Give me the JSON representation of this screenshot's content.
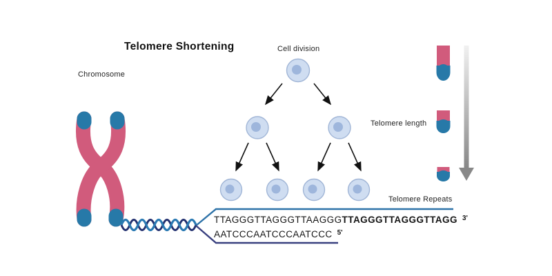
{
  "title": "Telomere Shortening",
  "labels": {
    "chromosome": "Chromosome",
    "cell_division": "Cell division",
    "telomere_length": "Telomere length",
    "telomere_repeats": "Telomere Repeats"
  },
  "sequence": {
    "top_strand_regular": "TTAGGGTTAGGGTTAAGGG",
    "top_strand_bold": "TTAGGGTTAGGGTTAGG",
    "top_strand_end": "3'",
    "bottom_strand": "AATCCCAATCCCAATCCC",
    "bottom_strand_end": "5'"
  },
  "colors": {
    "chromosome_pink": "#d15b7c",
    "telomere_cap_blue": "#2779a8",
    "cell_fill": "#cfddf1",
    "cell_border": "#a0b5d6",
    "nucleus_fill": "#9eb6dc",
    "leading_strand_line": "#2d72a8",
    "lagging_strand_line": "#39407f",
    "helix_light": "#2b7ab3",
    "helix_dark": "#22306f",
    "division_arrow": "#111111",
    "shortening_arrow_gray_top": "#f0f0f0",
    "shortening_arrow_gray_bottom": "#878787"
  }
}
